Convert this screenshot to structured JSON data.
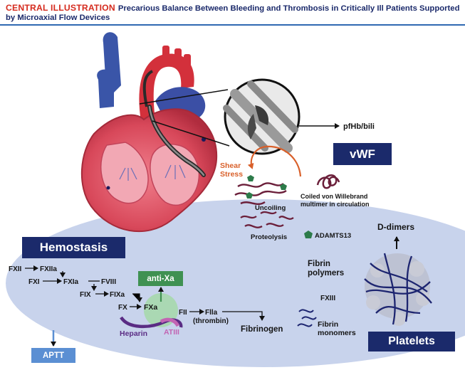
{
  "header": {
    "tag": "CENTRAL ILLUSTRATION",
    "title": "Precarious Balance Between Bleeding and Thrombosis in Critically Ill Patients Supported by Microaxial Flow Devices"
  },
  "colors": {
    "navy": "#1b2a6b",
    "header_red": "#d52b1e",
    "ellipse": "#c8d3ec",
    "antixa_green": "#3f9152",
    "aptt_blue": "#5b8fd3",
    "shear_orange": "#d9602a",
    "vwf_maroon": "#6b1f3a",
    "heparin_purple": "#5a2c84",
    "atiii_pink": "#c265b3",
    "adamts_green": "#2d7b4a",
    "fibrin_navy": "#1d2570"
  },
  "icons": [
    "heart-illustration",
    "impeller-magnifier",
    "vwf-multimer-squiggle",
    "adamts13-pentagon",
    "fibrin-clot-mesh",
    "heparin-curve"
  ],
  "labels": {
    "pfhb": "pfHb/bili",
    "vwf": "vWF",
    "shear1": "Shear",
    "shear2": "Stress",
    "uncoiling": "Uncoiling",
    "coiled1": "Coiled von Willebrand",
    "coiled2": "multimer in circulation",
    "proteolysis": "Proteolysis",
    "adamts13": "ADAMTS13",
    "ddimers": "D-dimers",
    "hemostasis": "Hemostasis",
    "fxii": "FXII",
    "fxiia": "FXIIa",
    "fxi": "FXI",
    "fxia": "FXIa",
    "fviii": "FVIII",
    "fix": "FIX",
    "fixa": "FIXa",
    "fx": "FX",
    "fxa": "FXa",
    "antixa": "anti-Xa",
    "heparin": "Heparin",
    "atiii": "ATIII",
    "fii": "FII",
    "flla": "Flla",
    "thrombin": "(thrombin)",
    "fibrinogen": "Fibrinogen",
    "fibrin_polymers1": "Fibrin",
    "fibrin_polymers2": "polymers",
    "fxiii": "FXIII",
    "fibrin_monomers1": "Fibrin",
    "fibrin_monomers2": "monomers",
    "platelets": "Platelets",
    "aptt": "APTT"
  }
}
